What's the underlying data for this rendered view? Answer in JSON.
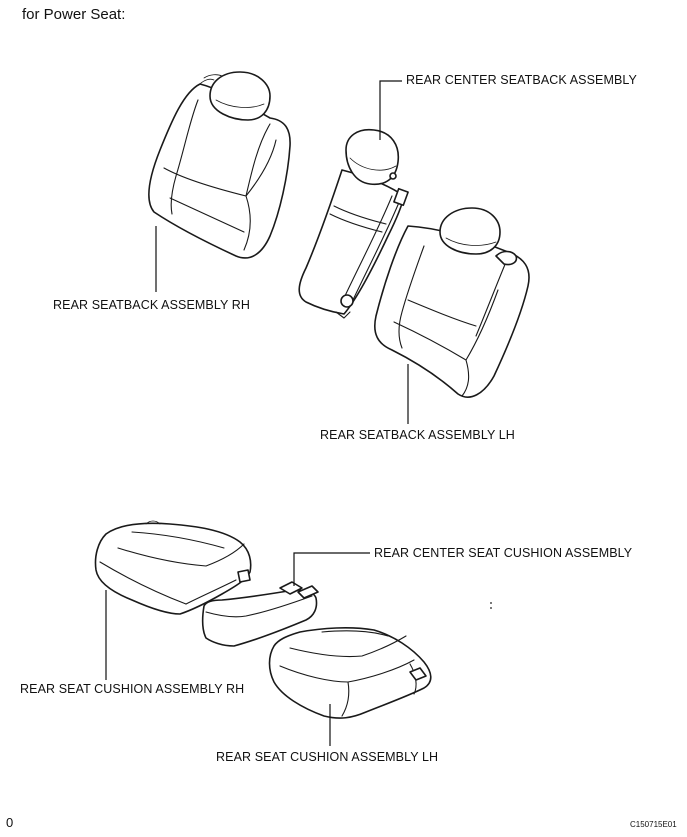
{
  "page_title": "for Power Seat:",
  "labels": {
    "rear_center_seatback": "REAR CENTER SEATBACK ASSEMBLY",
    "rear_seatback_rh": "REAR SEATBACK ASSEMBLY RH",
    "rear_seatback_lh": "REAR SEATBACK ASSEMBLY LH",
    "rear_center_seat_cushion": "REAR CENTER SEAT CUSHION ASSEMBLY",
    "rear_seat_cushion_rh": "REAR SEAT CUSHION ASSEMBLY RH",
    "rear_seat_cushion_lh": "REAR SEAT CUSHION ASSEMBLY LH"
  },
  "footer": {
    "left_mark": "0",
    "figure_code": "C150715E01"
  }
}
